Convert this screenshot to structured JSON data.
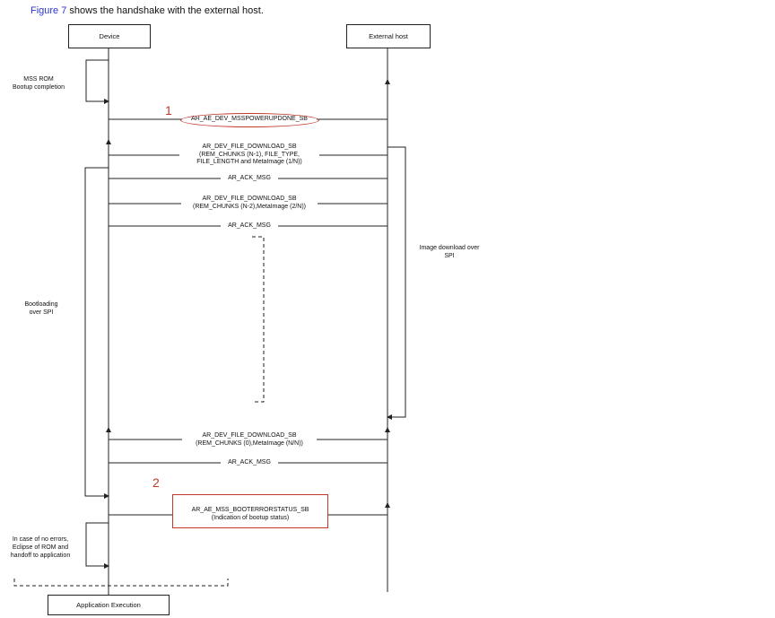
{
  "caption": {
    "figure": "Figure 7",
    "text": " shows the handshake with the external host."
  },
  "participants": {
    "device": "Device",
    "host": "External host",
    "final": "Application Execution"
  },
  "notes": {
    "mss_rom": "MSS ROM\nBootup completion",
    "bootloading": "Bootloading\nover SPI",
    "image_download": "Image download over\nSPI",
    "no_errors": "In case of no errors,\nEclipse of ROM and\nhandoff to application"
  },
  "messages": {
    "m1": "AR_AE_DEV_MSSPOWERUPDONE_SB",
    "m2": "AR_DEV_FILE_DOWNLOAD_SB\n(REM_CHUNKS (N-1), FILE_TYPE,\nFILE_LENGTH and MetaImage (1/N))",
    "m3": "AR_ACK_MSG",
    "m4": "AR_DEV_FILE_DOWNLOAD_SB\n(REM_CHUNKS (N-2),MetaImage (2/N))",
    "m5": "AR_ACK_MSG",
    "m6": "AR_DEV_FILE_DOWNLOAD_SB\n(REM_CHUNKS (0),MetaImage (N/N))",
    "m7": "AR_ACK_MSG",
    "m8": "AR_AE_MSS_BOOTERRORSTATUS_SB\n(Indication of bootup status)"
  },
  "annotations": {
    "n1": "1",
    "n2": "2"
  },
  "colors": {
    "caption_link": "#2a35d6",
    "highlight": "#c0392b",
    "line": "#222222"
  }
}
